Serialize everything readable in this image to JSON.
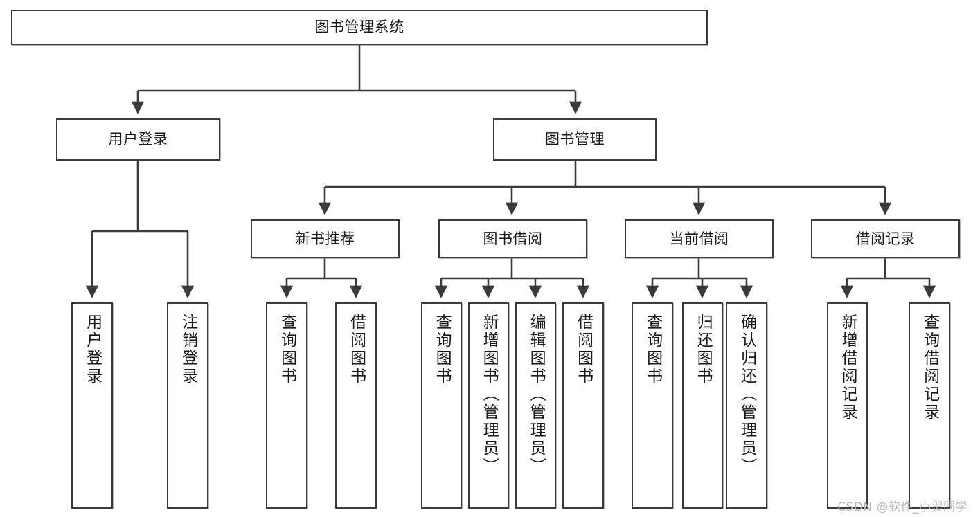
{
  "diagram": {
    "title": "图书管理系统",
    "watermark": "CSDN @软件_小贺同学",
    "root": {
      "label": "图书管理系统"
    },
    "level1": [
      {
        "label": "用户登录"
      },
      {
        "label": "图书管理"
      }
    ],
    "level2": [
      {
        "label": "新书推荐"
      },
      {
        "label": "图书借阅"
      },
      {
        "label": "当前借阅"
      },
      {
        "label": "借阅记录"
      }
    ],
    "leaves": {
      "user_login": [
        {
          "label": "用户登录"
        },
        {
          "label": "注销登录"
        }
      ],
      "new_book": [
        {
          "label": "查询图书"
        },
        {
          "label": "借阅图书"
        }
      ],
      "book_borrow": [
        {
          "label": "查询图书"
        },
        {
          "label": "新增图书（管理员）"
        },
        {
          "label": "编辑图书（管理员）"
        },
        {
          "label": "借阅图书"
        }
      ],
      "current_borrow": [
        {
          "label": "查询图书"
        },
        {
          "label": "归还图书"
        },
        {
          "label": "确认归还（管理员）"
        }
      ],
      "borrow_record": [
        {
          "label": "新增借阅记录"
        },
        {
          "label": "查询借阅记录"
        }
      ]
    }
  },
  "colors": {
    "stroke": "#3b3b3b",
    "background": "#ffffff",
    "watermark": "#b9b9b9"
  }
}
